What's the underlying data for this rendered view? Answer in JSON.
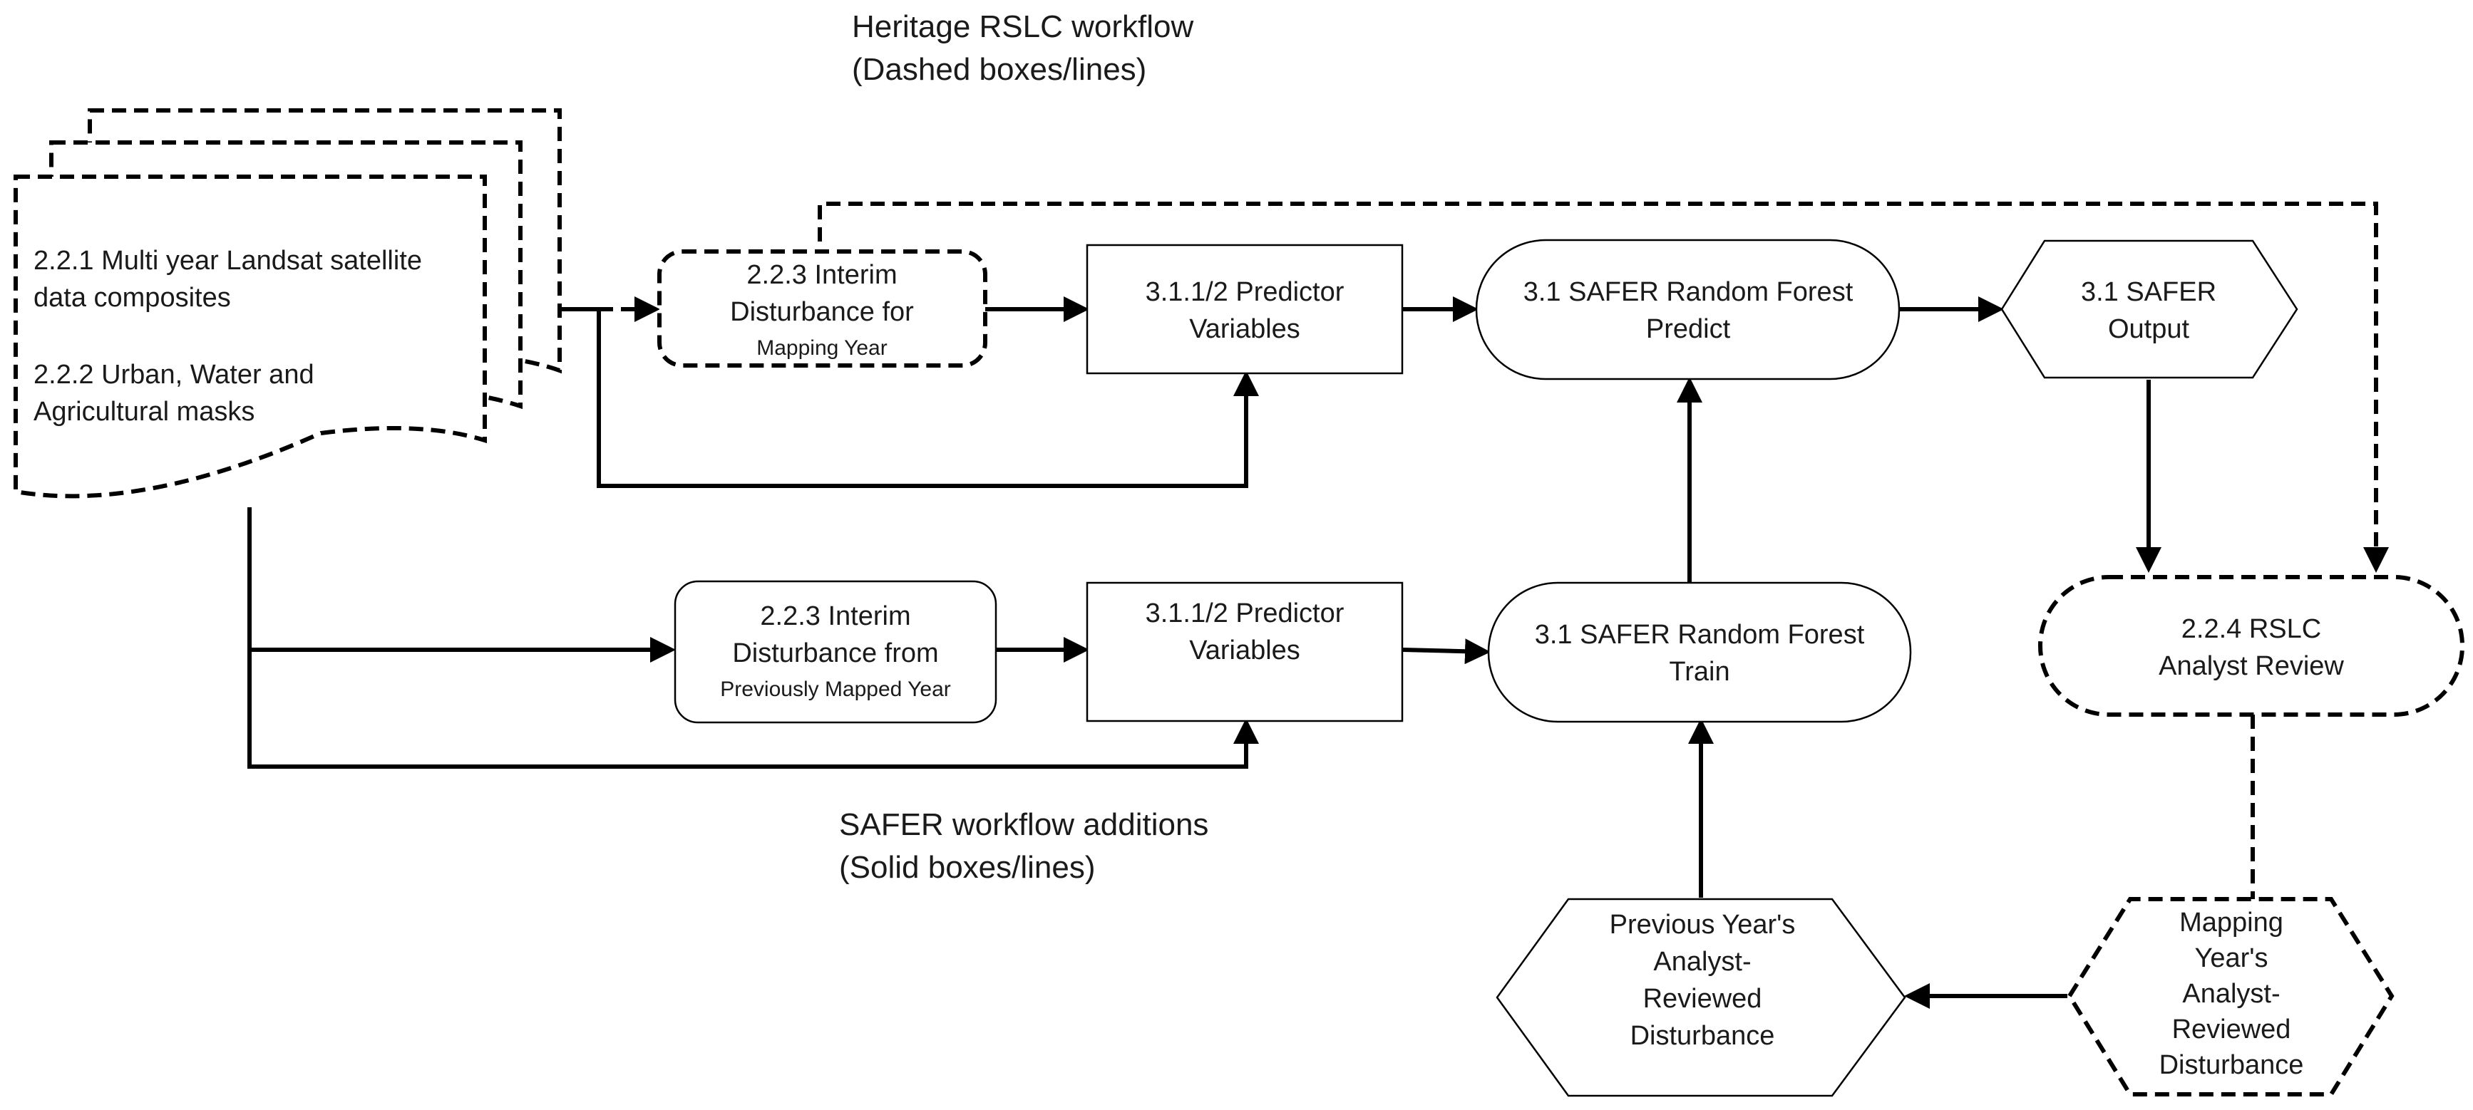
{
  "notes": {
    "heritage": [
      "Heritage RSLC workflow",
      "(Dashed boxes/lines)"
    ],
    "safer": [
      "SAFER workflow additions",
      "(Solid boxes/lines)"
    ]
  },
  "nodes": {
    "landsat": {
      "line1": "2.2.1 Multi year Landsat satellite",
      "line2": "data composites",
      "line3": "2.2.2 Urban, Water and",
      "line4": "Agricultural masks"
    },
    "interim_mapping": {
      "line1": "2.2.3 Interim",
      "line2": "Disturbance for",
      "line3": "Mapping Year"
    },
    "predictor_top": {
      "line1": "3.1.1/2 Predictor",
      "line2": "Variables"
    },
    "rf_predict": {
      "line1": "3.1 SAFER Random Forest",
      "line2": "Predict"
    },
    "safer_output": {
      "line1": "3.1 SAFER",
      "line2": "Output"
    },
    "interim_previous": {
      "line1": "2.2.3 Interim",
      "line2": "Disturbance from",
      "line3": "Previously Mapped Year"
    },
    "predictor_bottom": {
      "line1": "3.1.1/2 Predictor",
      "line2": "Variables"
    },
    "rf_train": {
      "line1": "3.1 SAFER Random Forest",
      "line2": "Train"
    },
    "analyst_review": {
      "line1": "2.2.4 RSLC",
      "line2": "Analyst Review"
    },
    "previous_reviewed": {
      "line1": "Previous Year's",
      "line2": "Analyst-",
      "line3": "Reviewed",
      "line4": "Disturbance"
    },
    "mapping_reviewed": {
      "line1": "Mapping",
      "line2": "Year's",
      "line3": "Analyst-",
      "line4": "Reviewed",
      "line5": "Disturbance"
    }
  }
}
